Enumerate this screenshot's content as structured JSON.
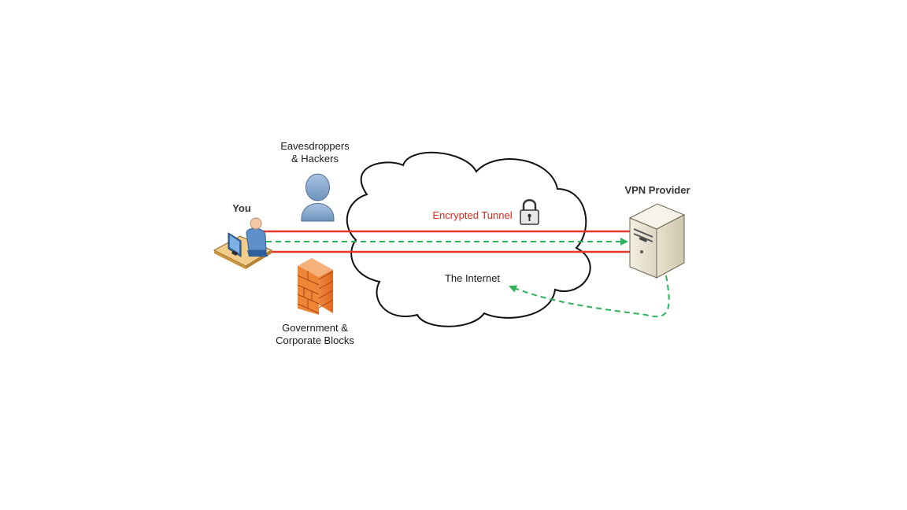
{
  "labels": {
    "eavesdroppers_line1": "Eavesdroppers",
    "eavesdroppers_line2": "& Hackers",
    "you": "You",
    "vpn_provider": "VPN Provider",
    "encrypted_tunnel": "Encrypted Tunnel",
    "internet": "The Internet",
    "blocks_line1": "Government &",
    "blocks_line2": "Corporate Blocks"
  },
  "colors": {
    "tunnel": "#e8352d",
    "arrow": "#2bb35a",
    "tunnel_text": "#e0281d",
    "hacker": "#7a9ec6",
    "firewall": "#e8732c"
  },
  "icons": {
    "user": "user-at-computer-icon",
    "hacker": "person-silhouette-icon",
    "firewall": "brick-wall-icon",
    "lock": "padlock-icon",
    "server": "server-tower-icon",
    "cloud": "cloud-shape"
  }
}
